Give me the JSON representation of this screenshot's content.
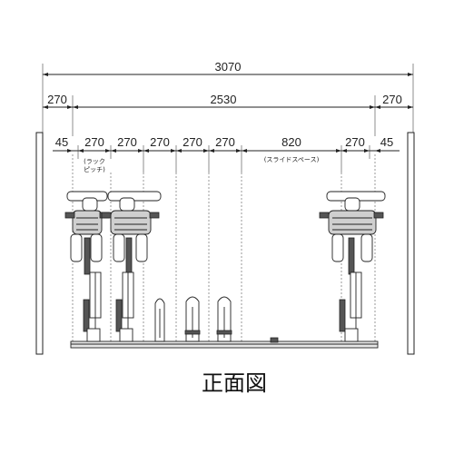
{
  "title": "正面図",
  "dimensions": {
    "overall": "3070",
    "left_margin": "270",
    "inner": "2530",
    "right_margin": "270",
    "segments": [
      "45",
      "270",
      "270",
      "270",
      "270",
      "270",
      "820",
      "270",
      "45"
    ]
  },
  "notes": {
    "rack_pitch": [
      "(ラック",
      "ピッチ)"
    ],
    "slide_space": "(スライドスペース)"
  }
}
